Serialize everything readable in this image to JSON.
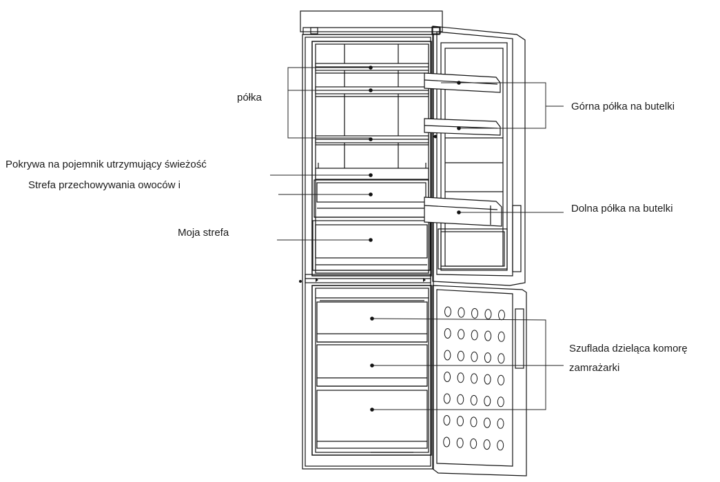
{
  "labels": {
    "shelf": "półka",
    "crisper_cover": "Pokrywa na pojemnik utrzymujący świeżość",
    "fruit_zone": "Strefa przechowywania owoców i",
    "my_zone": "Moja strefa",
    "upper_bottle_shelf": "Górna półka na butelki",
    "lower_bottle_shelf": "Dolna półka na butelki",
    "freezer_drawer_line1": "Szuflada dzieląca komorę",
    "freezer_drawer_line2": "zamrażarki"
  },
  "colors": {
    "line": "#222222",
    "text": "#1a1a1a",
    "background": "#ffffff"
  }
}
